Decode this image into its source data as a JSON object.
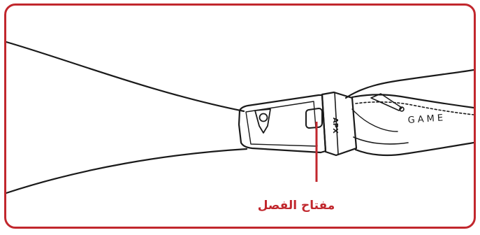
{
  "diagram": {
    "callout_label": "مفتاح الفصل",
    "body_text": "GAME",
    "buckle_text": "APX",
    "accent_color": "#c1272d"
  }
}
